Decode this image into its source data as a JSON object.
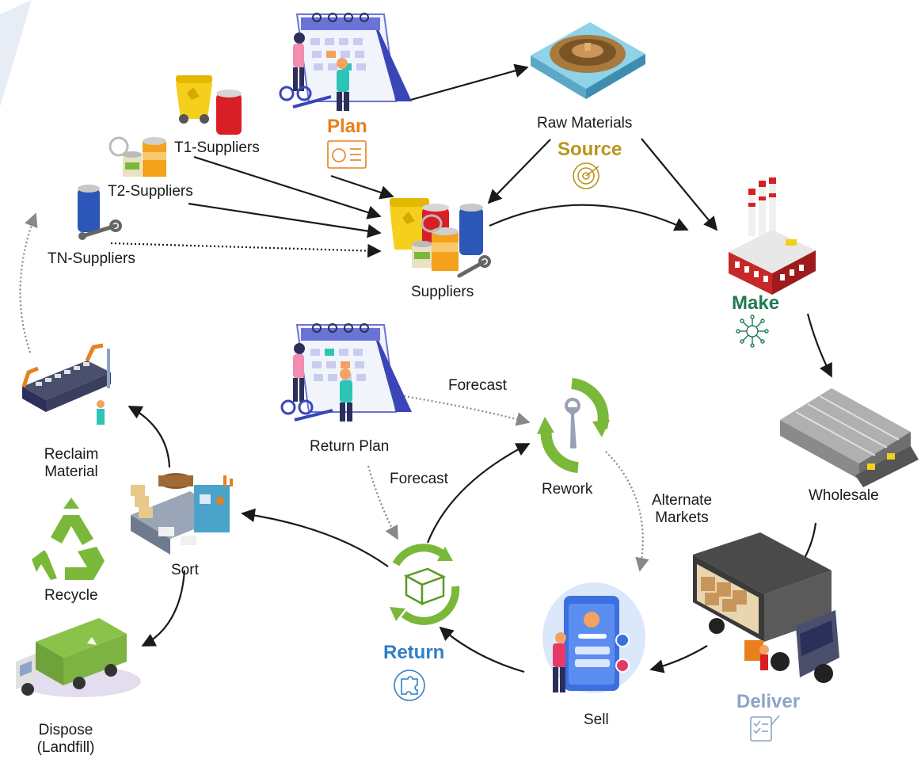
{
  "phases": {
    "plan": "Plan",
    "source": "Source",
    "make": "Make",
    "deliver": "Deliver",
    "return": "Return"
  },
  "nodes": {
    "raw_materials": "Raw Materials",
    "t1_suppliers": "T1-Suppliers",
    "t2_suppliers": "T2-Suppliers",
    "tn_suppliers": "TN-Suppliers",
    "suppliers": "Suppliers",
    "wholesale": "Wholesale",
    "sell": "Sell",
    "rework": "Rework",
    "return_plan": "Return Plan",
    "sort": "Sort",
    "reclaim_line1": "Reclaim",
    "reclaim_line2": "Material",
    "recycle": "Recycle",
    "dispose_line1": "Dispose",
    "dispose_line2": "(Landfill)"
  },
  "edge_labels": {
    "forecast_rework": "Forecast",
    "forecast_return": "Forecast",
    "alternate_line1": "Alternate",
    "alternate_line2": "Markets"
  },
  "colors": {
    "plan": "#e8801c",
    "source": "#b8961a",
    "make": "#1f7a52",
    "deliver": "#8da4c8",
    "return": "#2f7fc9",
    "recycle_green": "#7ab83a",
    "arrow": "#1a1a1a",
    "dotted": "#888888"
  }
}
